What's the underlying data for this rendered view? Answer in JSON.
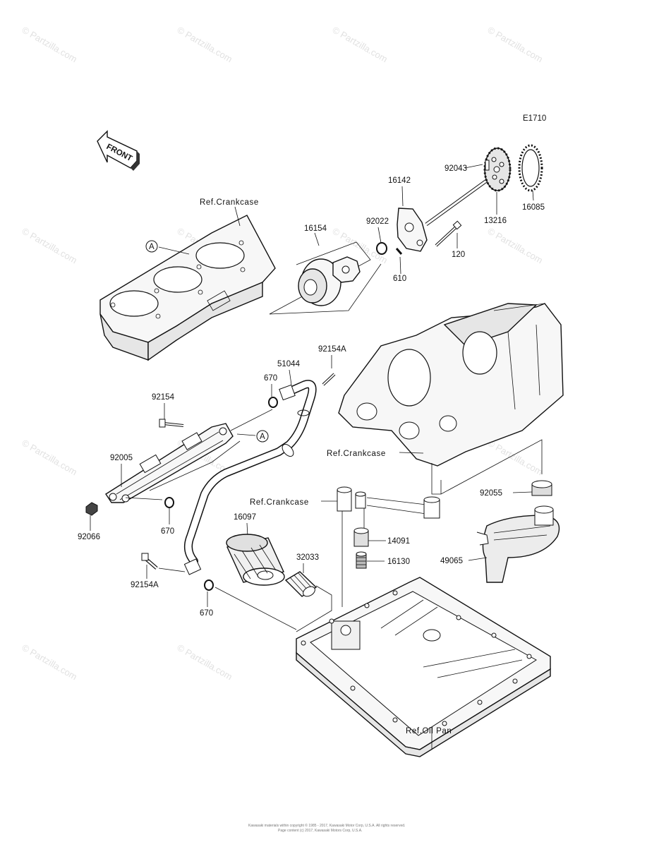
{
  "diagram": {
    "code": "E1710",
    "front_label": "FRONT",
    "circle_marker": "A",
    "refs": {
      "crankcase_top": "Ref.Crankcase",
      "crankcase_mid": "Ref.Crankcase",
      "crankcase_low": "Ref.Crankcase",
      "oil_pan": "Ref.Oil Pan"
    },
    "parts": {
      "p92043": "92043",
      "p16085": "16085",
      "p16142": "16142",
      "p13216": "13216",
      "p16154": "16154",
      "p92022": "92022",
      "p120": "120",
      "p610": "610",
      "p92154A_top": "92154A",
      "p51044": "51044",
      "p670_top": "670",
      "p92154": "92154",
      "p92005": "92005",
      "p670_mid": "670",
      "p92066": "92066",
      "p92055": "92055",
      "p16097": "16097",
      "p32033": "32033",
      "p14091": "14091",
      "p16130": "16130",
      "p49065": "49065",
      "p92154A_low": "92154A",
      "p670_low": "670"
    },
    "watermark": "© Partzilla.com",
    "footer_line1": "Kawasaki materials within copyright © 1985 - 2017, Kawasaki Motor Corp, U.S.A. All rights reserved.",
    "footer_line2": "Page content (c) 2017, Kawasaki Motors Corp, U.S.A."
  }
}
